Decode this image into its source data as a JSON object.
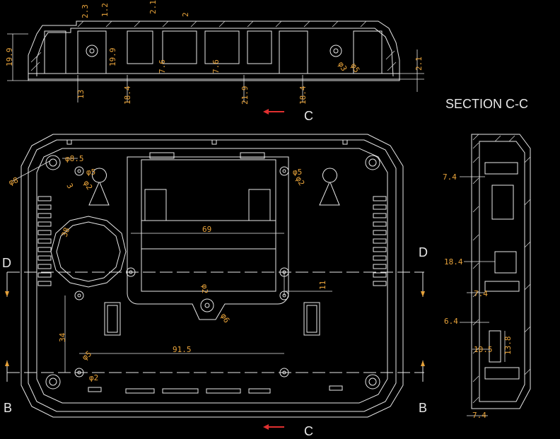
{
  "section_title": "SECTION C-C",
  "section_markers": {
    "c_top": "C",
    "c_bottom": "C",
    "d_left": "D",
    "d_right": "D",
    "b_left": "B",
    "b_right": "B"
  },
  "top_view_dims": {
    "d_2_3": "2.3",
    "d_1_2": "1.2",
    "d_2_1_top": "2.1",
    "d_2": "2",
    "d_19_9_left": "19.9",
    "d_19_9_mid": "19.9",
    "d_13": "13",
    "d_18_4_a": "18.4",
    "d_7_6_a": "7.6",
    "d_7_6_b": "7.6",
    "d_21_9": "21.9",
    "d_18_4_b": "18.4",
    "d_phi3_top": "φ3",
    "d_phi5_top": "φ5",
    "d_2_1_right": "2.1"
  },
  "front_view_dims": {
    "d_phi8_5": "φ8.5",
    "d_phi8": "φ8",
    "d_phi5_a": "φ5",
    "d_phi2_a": "φ2",
    "d_3": "3",
    "d_phi5_b": "φ5",
    "d_phi2_b": "φ2",
    "d_69": "69",
    "d_phi2_c": "φ2",
    "d_phi6": "φ6",
    "d_11": "11",
    "d_34": "34",
    "d_phi5_c": "φ5",
    "d_91_5": "91.5",
    "d_phi2_d": "φ2",
    "d_38": "38"
  },
  "section_view_dims": {
    "d_7_4_a": "7.4",
    "d_18_4": "18.4",
    "d_7_4_b": "7.4",
    "d_6_4": "6.4",
    "d_10_5": "10.5",
    "d_13_8": "13.8",
    "d_7_4_c": "7.4"
  },
  "colors": {
    "background": "#000000",
    "lines": "#e8e8e8",
    "dimension_text": "#e8a33a",
    "arrow": "#e03030"
  }
}
